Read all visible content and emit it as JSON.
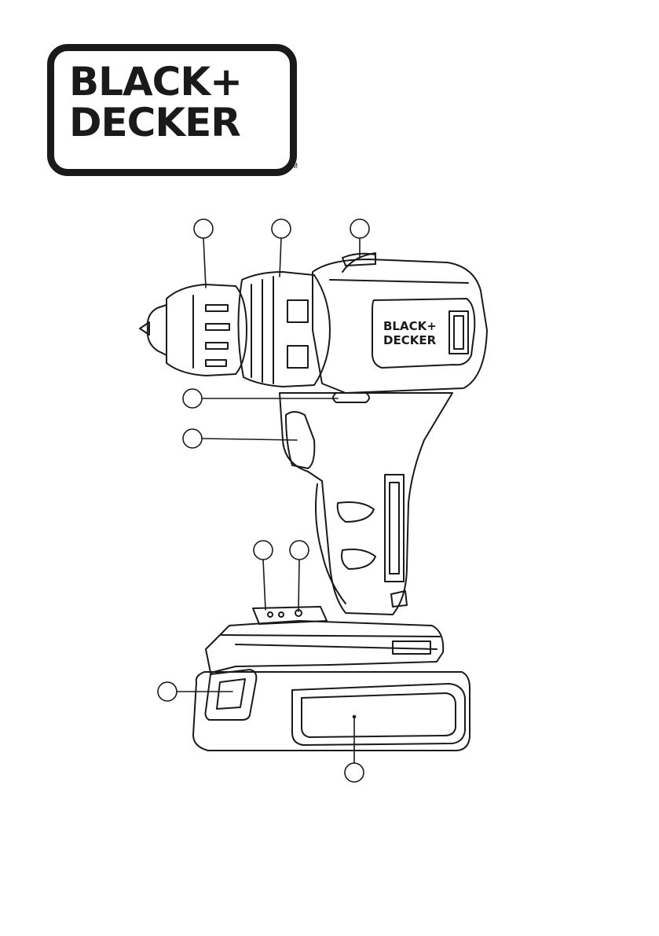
{
  "logo": {
    "line1": "BLACK+",
    "line2": "DECKER",
    "trademark": "TM",
    "badge_line1": "BLACK+",
    "badge_line2": "DECKER"
  },
  "colors": {
    "ink": "#1a1a1a",
    "paper": "#ffffff"
  },
  "callouts": [
    {
      "id": "callout-chuck",
      "number": ""
    },
    {
      "id": "callout-torque-collar",
      "number": ""
    },
    {
      "id": "callout-gear-selector",
      "number": ""
    },
    {
      "id": "callout-direction-slider",
      "number": ""
    },
    {
      "id": "callout-trigger",
      "number": ""
    },
    {
      "id": "callout-battery-indicator-1",
      "number": ""
    },
    {
      "id": "callout-battery-indicator-2",
      "number": ""
    },
    {
      "id": "callout-battery-release",
      "number": ""
    },
    {
      "id": "callout-battery-pack",
      "number": ""
    }
  ]
}
